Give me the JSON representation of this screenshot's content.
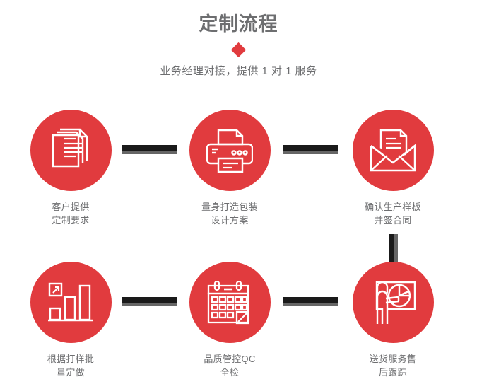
{
  "header": {
    "title": "定制流程",
    "subtitle": "业务经理对接，提供 1 对 1 服务",
    "accent_color": "#e13b3e",
    "text_color": "#6d6e70",
    "divider_color": "#c8c8c8",
    "diamond_icon": "diamond-icon"
  },
  "flow": {
    "circle_color": "#e13b3e",
    "connector_color": "#1a1a1a",
    "connector_shadow_color": "#666666",
    "steps": [
      {
        "index": "1",
        "icon": "documents-stack-icon",
        "label": "客户提供\n定制要求"
      },
      {
        "index": "2",
        "icon": "printer-icon",
        "label": "量身打造包装\n设计方案"
      },
      {
        "index": "3",
        "icon": "envelope-document-icon",
        "label": "确认生产样板\n并签合同"
      },
      {
        "index": "4",
        "icon": "bar-chart-growth-icon",
        "label": "根据打样批\n量定做"
      },
      {
        "index": "5",
        "icon": "calendar-check-icon",
        "label": "品质管控QC\n全检"
      },
      {
        "index": "6",
        "icon": "presentation-pie-chart-icon",
        "label": "送货服务售\n后跟踪"
      }
    ],
    "connectors": [
      {
        "name": "connector-step1-step2",
        "direction": "horizontal"
      },
      {
        "name": "connector-step2-step3",
        "direction": "horizontal"
      },
      {
        "name": "connector-step3-step6",
        "direction": "vertical"
      },
      {
        "name": "connector-step4-step5",
        "direction": "horizontal"
      },
      {
        "name": "connector-step5-step6",
        "direction": "horizontal"
      }
    ]
  }
}
